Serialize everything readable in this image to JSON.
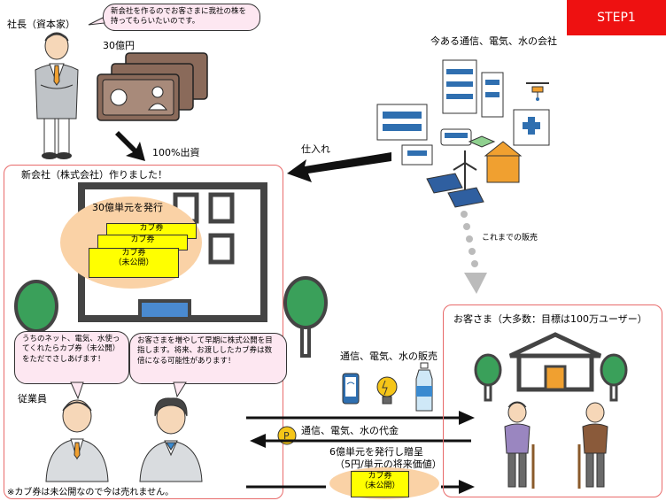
{
  "step_label": "STEP1",
  "president": {
    "label": "社長（資本家）",
    "speech": "新会社を作るのでお客さまに我社の株を持ってもらいたいのです。",
    "capital": "30億円",
    "investment": "100%出資"
  },
  "utilities": {
    "label": "今ある通信、電気、水の会社",
    "purchase": "仕入れ",
    "past_sales": "これまでの販売"
  },
  "company": {
    "title": "新会社（株式会社）作りました！",
    "issue_label": "30億単元を発行",
    "kabu_label": "カブ券",
    "kabu_main_line1": "カブ券",
    "kabu_main_line2": "（未公開）"
  },
  "employees": {
    "label": "従業員",
    "speech_left": "うちのネット、電気、水使ってくれたらカブ券（未公開）をただでさしあげます！",
    "speech_right": "お客さまを増やして早期に株式公開を目指します。将来、お渡ししたカブ券は数倍になる可能性があります！",
    "note": "※カブ券は未公開なので今は売れません。"
  },
  "flows": {
    "sales": "通信、電気、水の販売",
    "payment": "通信、電気、水の代金",
    "gift_line1": "6億単元を発行し贈呈",
    "gift_line2": "（5円/単元の将来価値）",
    "gift_kabu_line1": "カブ券",
    "gift_kabu_line2": "（未公開）"
  },
  "customers": {
    "title": "お客さま（大多数：目標は100万ユーザー）"
  },
  "icons": [
    "person-president-icon",
    "banknote-icon",
    "city-icon",
    "drone-icon",
    "wind-turbine-icon",
    "solar-panel-icon",
    "building-icon",
    "tree-icon",
    "house-icon",
    "smartphone-icon",
    "light-bulb-icon",
    "water-bottle-icon",
    "coin-icon",
    "elderly-person-icon",
    "employee-icon"
  ],
  "colors": {
    "step_red": "#ee1111",
    "bubble_pink": "#fde7f1",
    "oval_orange": "#fad2a6",
    "kabu_yellow": "#ffff00",
    "region_border": "#e86a6a"
  }
}
